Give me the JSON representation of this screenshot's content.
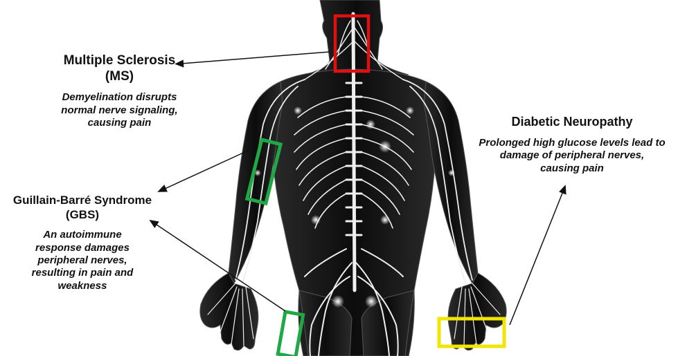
{
  "annotations": {
    "ms": {
      "title_line1": "Multiple Sclerosis",
      "title_line2": "(MS)",
      "desc_line1": "Demyelination disrupts",
      "desc_line2": "normal nerve signaling,",
      "desc_line3": "causing pain",
      "box_color": "#e01010"
    },
    "gbs": {
      "title_line1": "Guillain-Barré Syndrome",
      "title_line2": "(GBS)",
      "desc_line1": "An autoimmune",
      "desc_line2": "response damages",
      "desc_line3": "peripheral nerves,",
      "desc_line4": "resulting in pain and",
      "desc_line5": "weakness",
      "box_color": "#1fa845"
    },
    "dn": {
      "title_line1": "Diabetic Neuropathy",
      "desc_line1": "Prolonged high glucose levels lead to",
      "desc_line2": "damage of peripheral nerves,",
      "desc_line3": "causing pain",
      "box_color": "#f2e600"
    }
  },
  "illustration": {
    "body_color": "#141414",
    "nerve_color": "#f2f2f2",
    "subject": "human-nervous-system-back-view"
  }
}
